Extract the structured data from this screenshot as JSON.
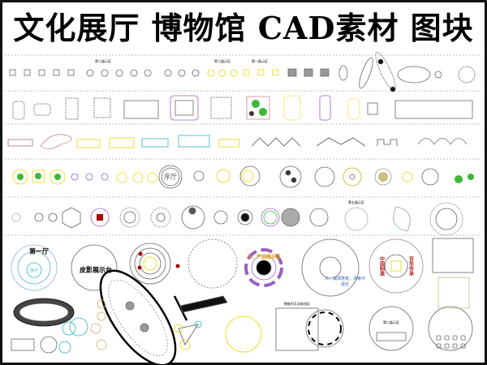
{
  "title": "文化展厅 博物馆 CAD素材 图块",
  "row_labels": {
    "zone2a": "第二展示区",
    "zone2b": "第二展示区",
    "zone1": "第一展示区",
    "zone5": "第五展示区",
    "preface": "序厅"
  },
  "bottom_labels": {
    "hall1": "第一厅",
    "hall1_inner": "序厅",
    "shadow_play": "皮影展示台",
    "product_zone": "三、产品展示区",
    "lake": "三、湖滨葱茏，求索中成长",
    "made_in_china": "中国制造",
    "century": "百年传承",
    "ai_zone": "数据AI互动体验区",
    "zone2": "第二展示区"
  },
  "colors": {
    "line": "#555555",
    "yellow": "#e6d800",
    "green": "#3cb832",
    "purple": "#9a5fc0",
    "cyan": "#2bb5c0",
    "orange": "#e09a00",
    "blue": "#3a5fc8",
    "red": "#b01818"
  }
}
